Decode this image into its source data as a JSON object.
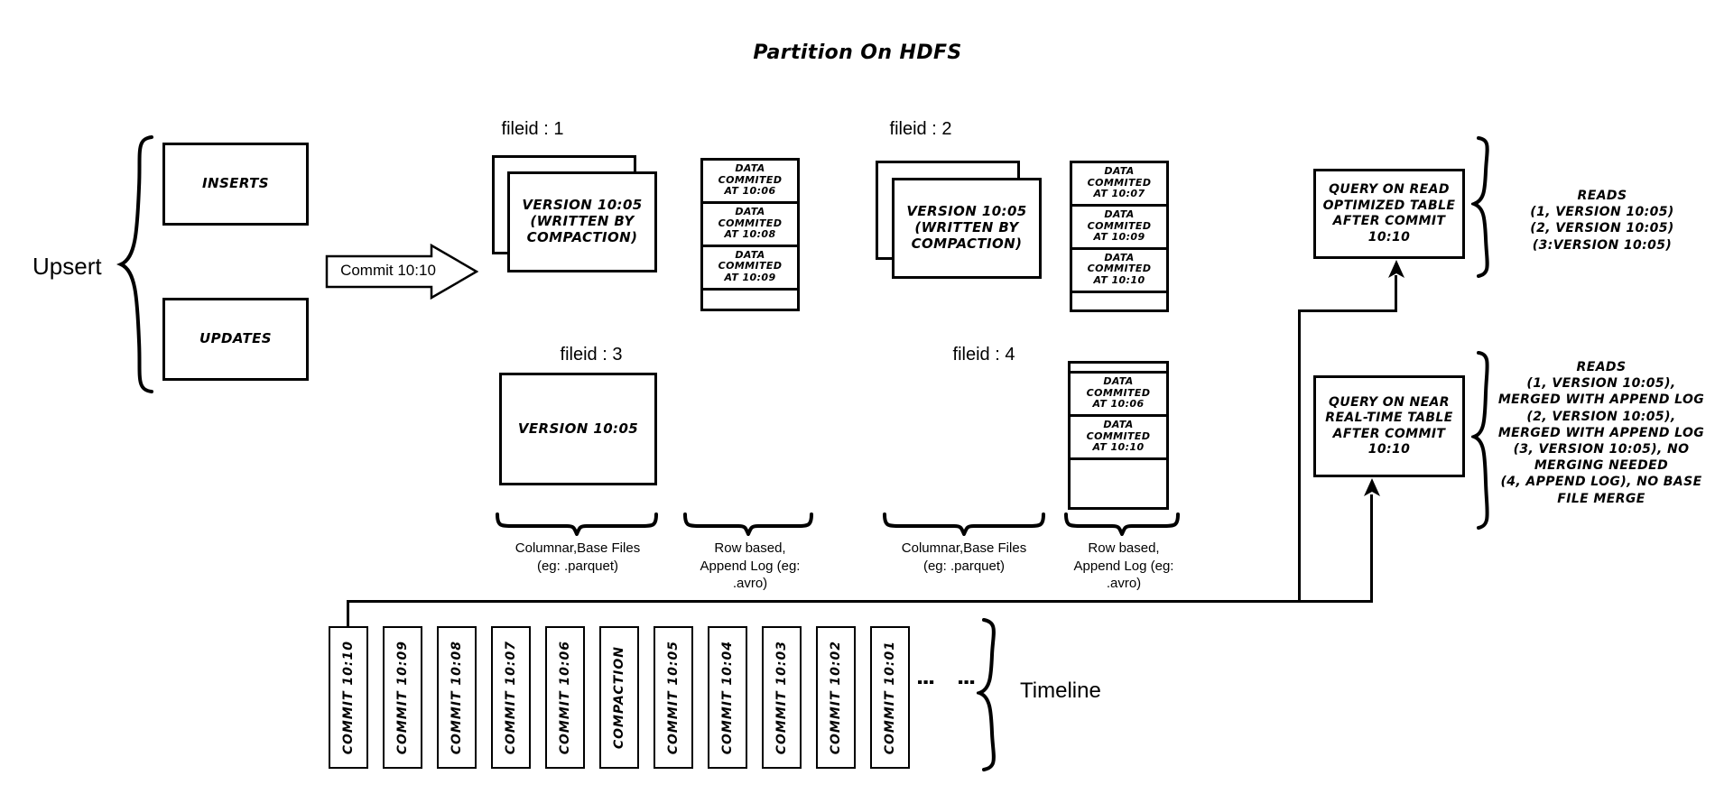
{
  "title": "Partition On HDFS",
  "upsert": {
    "label": "Upsert",
    "inserts": "INSERTS",
    "updates": "UPDATES"
  },
  "commit_arrow": {
    "label": "Commit 10:10"
  },
  "file_groups": [
    {
      "fileid_label": "fileid : 1",
      "base_card": "VERSION 10:05 (WRITTEN BY COMPACTION)",
      "base_card_lines": [
        "VERSION 10:05",
        "(WRITTEN BY",
        "COMPACTION)"
      ],
      "log_entries": [
        "DATA COMMITED AT 10:06",
        "DATA COMMITED AT 10:08",
        "DATA COMMITED AT 10:09"
      ],
      "log_entry_lines": [
        [
          "DATA COMMITED",
          "AT 10:06"
        ],
        [
          "DATA COMMITED",
          "AT 10:08"
        ],
        [
          "DATA COMMITED",
          "AT 10:09"
        ]
      ]
    },
    {
      "fileid_label": "fileid : 2",
      "base_card": "VERSION 10:05 (WRITTEN BY COMPACTION)",
      "base_card_lines": [
        "VERSION 10:05",
        "(WRITTEN BY",
        "COMPACTION)"
      ],
      "log_entries": [
        "DATA COMMITED AT 10:07",
        "DATA COMMITED AT 10:09",
        "DATA COMMITED AT 10:10"
      ],
      "log_entry_lines": [
        [
          "DATA COMMITED",
          "AT 10:07"
        ],
        [
          "DATA COMMITED",
          "AT 10:09"
        ],
        [
          "DATA COMMITED",
          "AT 10:10"
        ]
      ]
    },
    {
      "fileid_label": "fileid : 3",
      "base_card": "VERSION 10:05",
      "base_card_lines": [
        "VERSION 10:05"
      ],
      "log_entries": [],
      "log_entry_lines": []
    },
    {
      "fileid_label": "fileid : 4",
      "base_card": "",
      "base_card_lines": [],
      "log_entries": [
        "DATA COMMITED AT 10:06",
        "DATA COMMITED AT 10:10"
      ],
      "log_entry_lines": [
        [
          "DATA COMMITED",
          "AT 10:06"
        ],
        [
          "DATA COMMITED",
          "AT 10:10"
        ]
      ]
    }
  ],
  "captions": {
    "columnar_line1": "Columnar,Base Files",
    "columnar_line2": "(eg: .parquet)",
    "rowbased_line1": "Row based,",
    "rowbased_line2": "Append Log  (eg:",
    "rowbased_line3": ".avro)"
  },
  "queries": [
    {
      "lines": [
        "QUERY ON READ",
        "OPTIMIZED TABLE",
        "AFTER COMMIT",
        "10:10"
      ],
      "reads_lines": [
        "READS",
        "(1, VERSION 10:05)",
        "(2, VERSION 10:05)",
        "(3:VERSION 10:05)"
      ]
    },
    {
      "lines": [
        "QUERY ON NEAR",
        "REAL-TIME TABLE",
        "AFTER COMMIT",
        "10:10"
      ],
      "reads_lines": [
        "READS",
        "(1, VERSION 10:05),",
        "MERGED WITH APPEND LOG",
        "(2, VERSION 10:05),",
        "MERGED WITH APPEND LOG",
        "(3, VERSION 10:05), NO",
        "MERGING NEEDED",
        "(4, APPEND LOG), NO BASE",
        "FILE MERGE"
      ]
    }
  ],
  "timeline": {
    "label": "Timeline",
    "items": [
      "COMMIT  10:10",
      "COMMIT  10:09",
      "COMMIT  10:08",
      "COMMIT  10:07",
      "COMMIT  10:06",
      "COMPACTION",
      "COMMIT  10:05",
      "COMMIT  10:04",
      "COMMIT  10:03",
      "COMMIT  10:02",
      "COMMIT  10:01"
    ],
    "ellipsis": "⋮"
  },
  "colors": {
    "stroke": "#000000",
    "background": "#ffffff"
  }
}
